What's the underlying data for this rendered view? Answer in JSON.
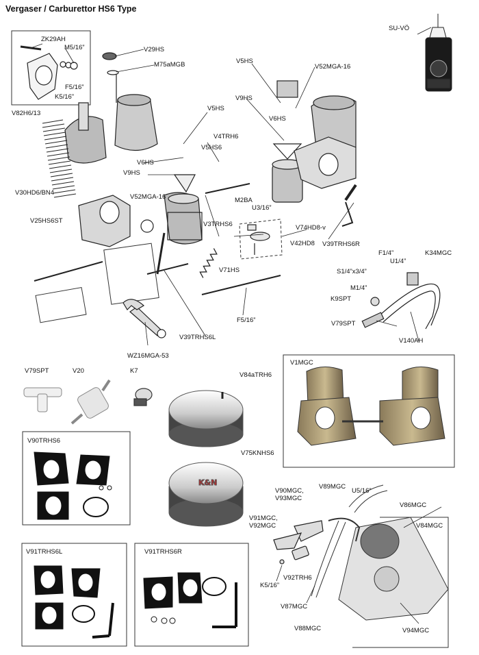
{
  "title": "Vergaser / Carburettor HS6 Type",
  "labels": {
    "zk29ah": "ZK29AH",
    "m5_16": "M5/16”",
    "f5_16_a": "F5/16”",
    "k5_16_a": "K5/16”",
    "v82h6_13": "V82H6/13",
    "v29hs": "V29HS",
    "m75amgb": "M75aMGB",
    "v5hs_a": "V5HS",
    "v52mga16_a": "V52MGA-16",
    "su_vo": "SU-VÖ",
    "v9hs_a": "V9HS",
    "v6hs_a": "V6HS",
    "v5hs_b": "V5HS",
    "v4trh6": "V4TRH6",
    "v5hs6": "V5HS6",
    "v6hs_b": "V6HS",
    "v9hs_b": "V9HS",
    "v30hd6": "V30HD6/BN4",
    "v52mga16_b": "V52MGA-16",
    "v25hs6st": "V25HS6ST",
    "m2ba": "M2BA",
    "u3_16": "U3/16”",
    "v74hd8": "V74HD8-v",
    "v3trhs6": "V3TRHS6",
    "v42hd8": "V42HD8",
    "v39trhs6r": "V39TRHS6R",
    "v71hs": "V71HS",
    "f1_4": "F1/4”",
    "u1_4": "U1/4”",
    "k34mgc": "K34MGC",
    "s1_4x3_4": "S1/4”x3/4”",
    "m1_4": "M1/4”",
    "k9spt": "K9SPT",
    "v79spt_a": "V79SPT",
    "v140ah": "V140AH",
    "f5_16_b": "F5/16”",
    "v39trhs6l": "V39TRHS6L",
    "wz16mga53": "WZ16MGA-53",
    "v79spt_b": "V79SPT",
    "v20": "V20",
    "k7": "K7",
    "v84atrh6": "V84aTRH6",
    "v1mgc": "V1MGC",
    "v90trhs6": "V90TRHS6",
    "v75knhs6": "V75KNHS6",
    "v90mgc": "V90MGC,\nV93MGC",
    "v89mgc": "V89MGC",
    "u5_16": "U5/16”",
    "v86mgc": "V86MGC",
    "v84mgc": "V84MGC",
    "v91mgc": "V91MGC,\nV92MGC",
    "k5_16_b": "K5/16”",
    "v92trh6": "V92TRH6",
    "v87mgc": "V87MGC",
    "v88mgc": "V88MGC",
    "v94mgc": "V94MGC",
    "v91trhs6l": "V91TRHS6L",
    "v91trhs6r": "V91TRHS6R"
  }
}
